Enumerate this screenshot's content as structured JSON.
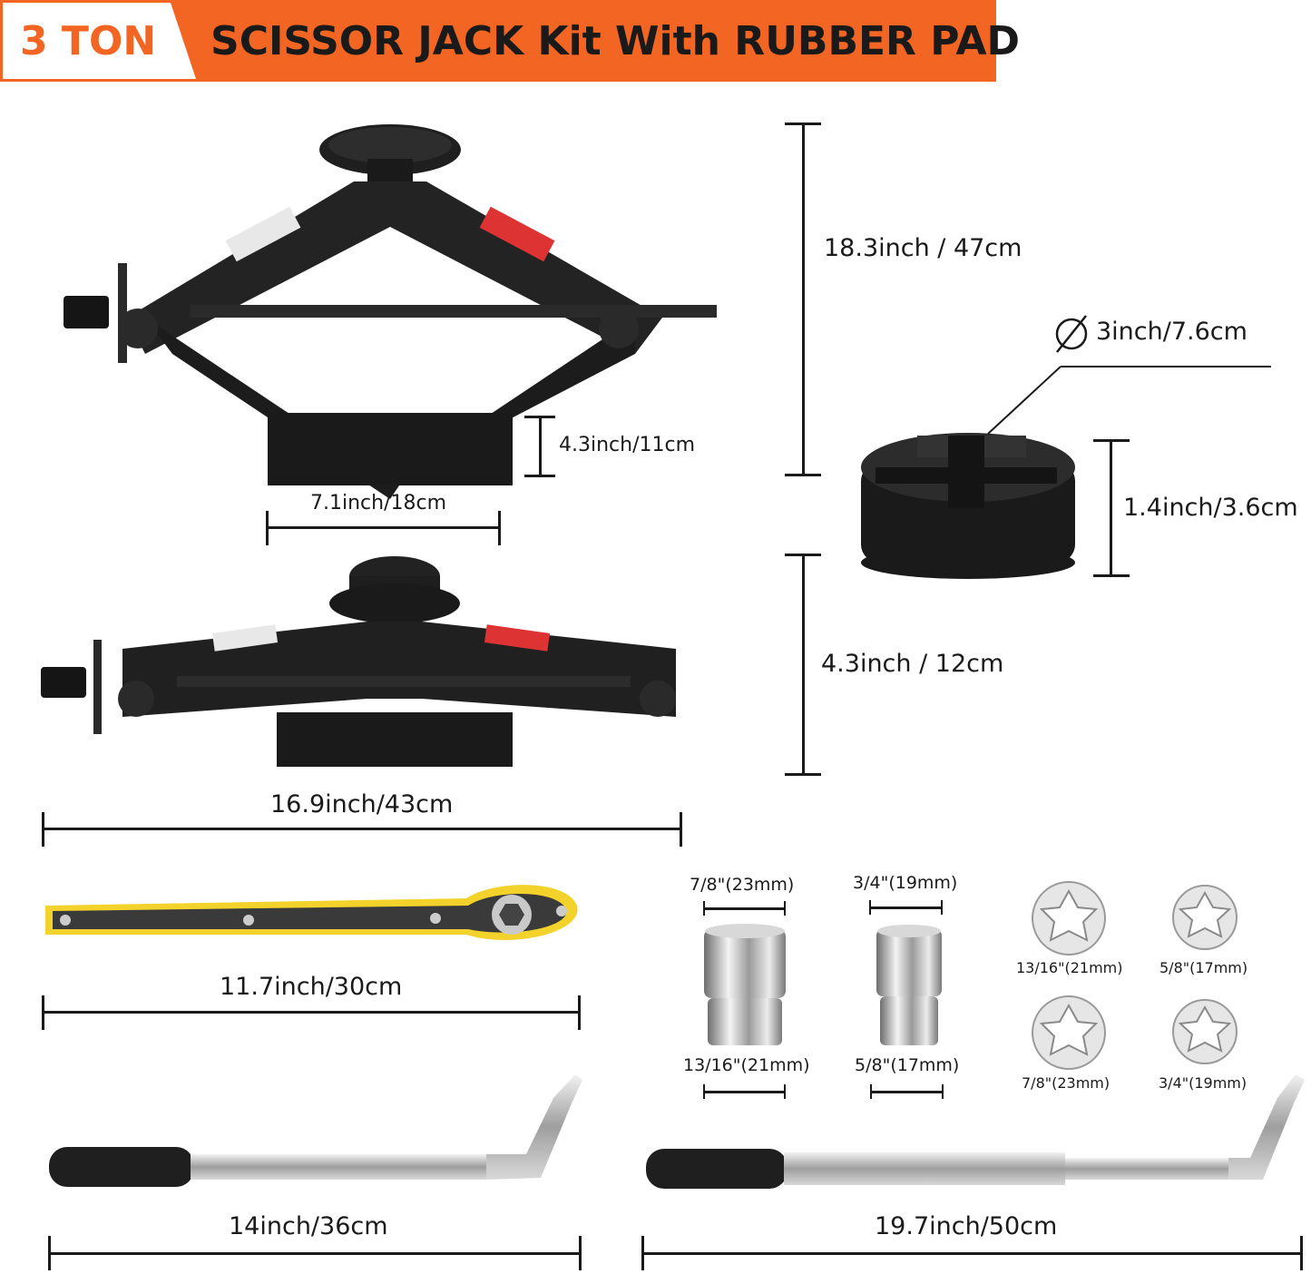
{
  "banner": {
    "tonnage": "3 TON",
    "title": "SCISSOR JACK Kit With RUBBER PAD",
    "accent_color": "#f26522"
  },
  "jack_raised": {
    "height_label": "18.3inch / 47cm",
    "base_height_label": "4.3inch/11cm",
    "base_width_label": "7.1inch/18cm"
  },
  "rubber_pad": {
    "diameter_label": "3inch/7.6cm",
    "height_label": "1.4inch/3.6cm"
  },
  "jack_lowered": {
    "height_label": "4.3inch / 12cm",
    "length_label": "16.9inch/43cm"
  },
  "ratchet": {
    "length_label": "11.7inch/30cm"
  },
  "sockets": {
    "socket_a_top": "7/8\"(23mm)",
    "socket_a_bottom": "13/16\"(21mm)",
    "socket_b_top": "3/4\"(19mm)",
    "socket_b_bottom": "5/8\"(17mm)",
    "end_views": [
      "13/16\"(21mm)",
      "5/8\"(17mm)",
      "7/8\"(23mm)",
      "3/4\"(19mm)"
    ]
  },
  "wrench_short": {
    "length_label": "14inch/36cm"
  },
  "wrench_long": {
    "length_label": "19.7inch/50cm"
  }
}
